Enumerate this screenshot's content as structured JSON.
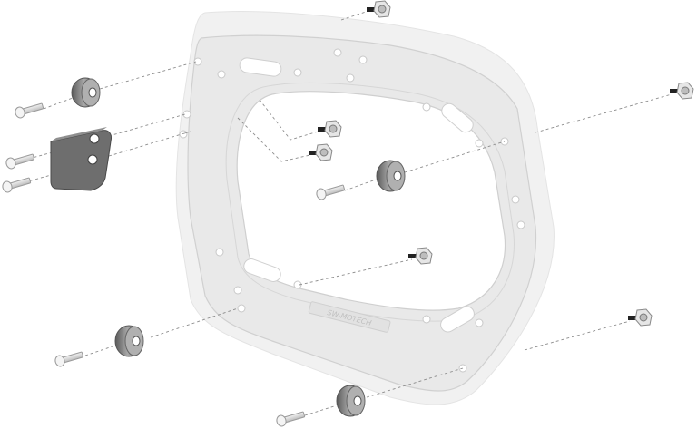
{
  "diagram": {
    "type": "exploded-assembly",
    "frame_logo_text": "SW-MOTECH",
    "colors": {
      "frame_fill": "#e9e9e9",
      "frame_stroke": "#cfcfcf",
      "part_dark": "#555555",
      "part_mid": "#8a8a8a",
      "part_light": "#c9c9c9",
      "leader": "#8c8c8c"
    },
    "parts": [
      {
        "id": "side-carrier-frame",
        "icon": "frame"
      },
      {
        "id": "mounting-bracket",
        "icon": "bracket"
      },
      {
        "id": "spacer-top-left",
        "icon": "spacer"
      },
      {
        "id": "spacer-center",
        "icon": "spacer"
      },
      {
        "id": "spacer-bottom-left",
        "icon": "spacer"
      },
      {
        "id": "spacer-bottom",
        "icon": "spacer"
      },
      {
        "id": "nut-top",
        "icon": "nut"
      },
      {
        "id": "nut-right",
        "icon": "nut"
      },
      {
        "id": "nut-inner-1",
        "icon": "nut"
      },
      {
        "id": "nut-inner-2",
        "icon": "nut"
      },
      {
        "id": "nut-middle",
        "icon": "nut"
      },
      {
        "id": "nut-bottom-right",
        "icon": "nut"
      },
      {
        "id": "screw-top-left",
        "icon": "screw"
      },
      {
        "id": "screw-bracket-1",
        "icon": "screw"
      },
      {
        "id": "screw-bracket-2",
        "icon": "screw"
      },
      {
        "id": "screw-center",
        "icon": "screw"
      },
      {
        "id": "screw-bottom-left",
        "icon": "screw"
      },
      {
        "id": "screw-bottom",
        "icon": "screw"
      }
    ]
  }
}
